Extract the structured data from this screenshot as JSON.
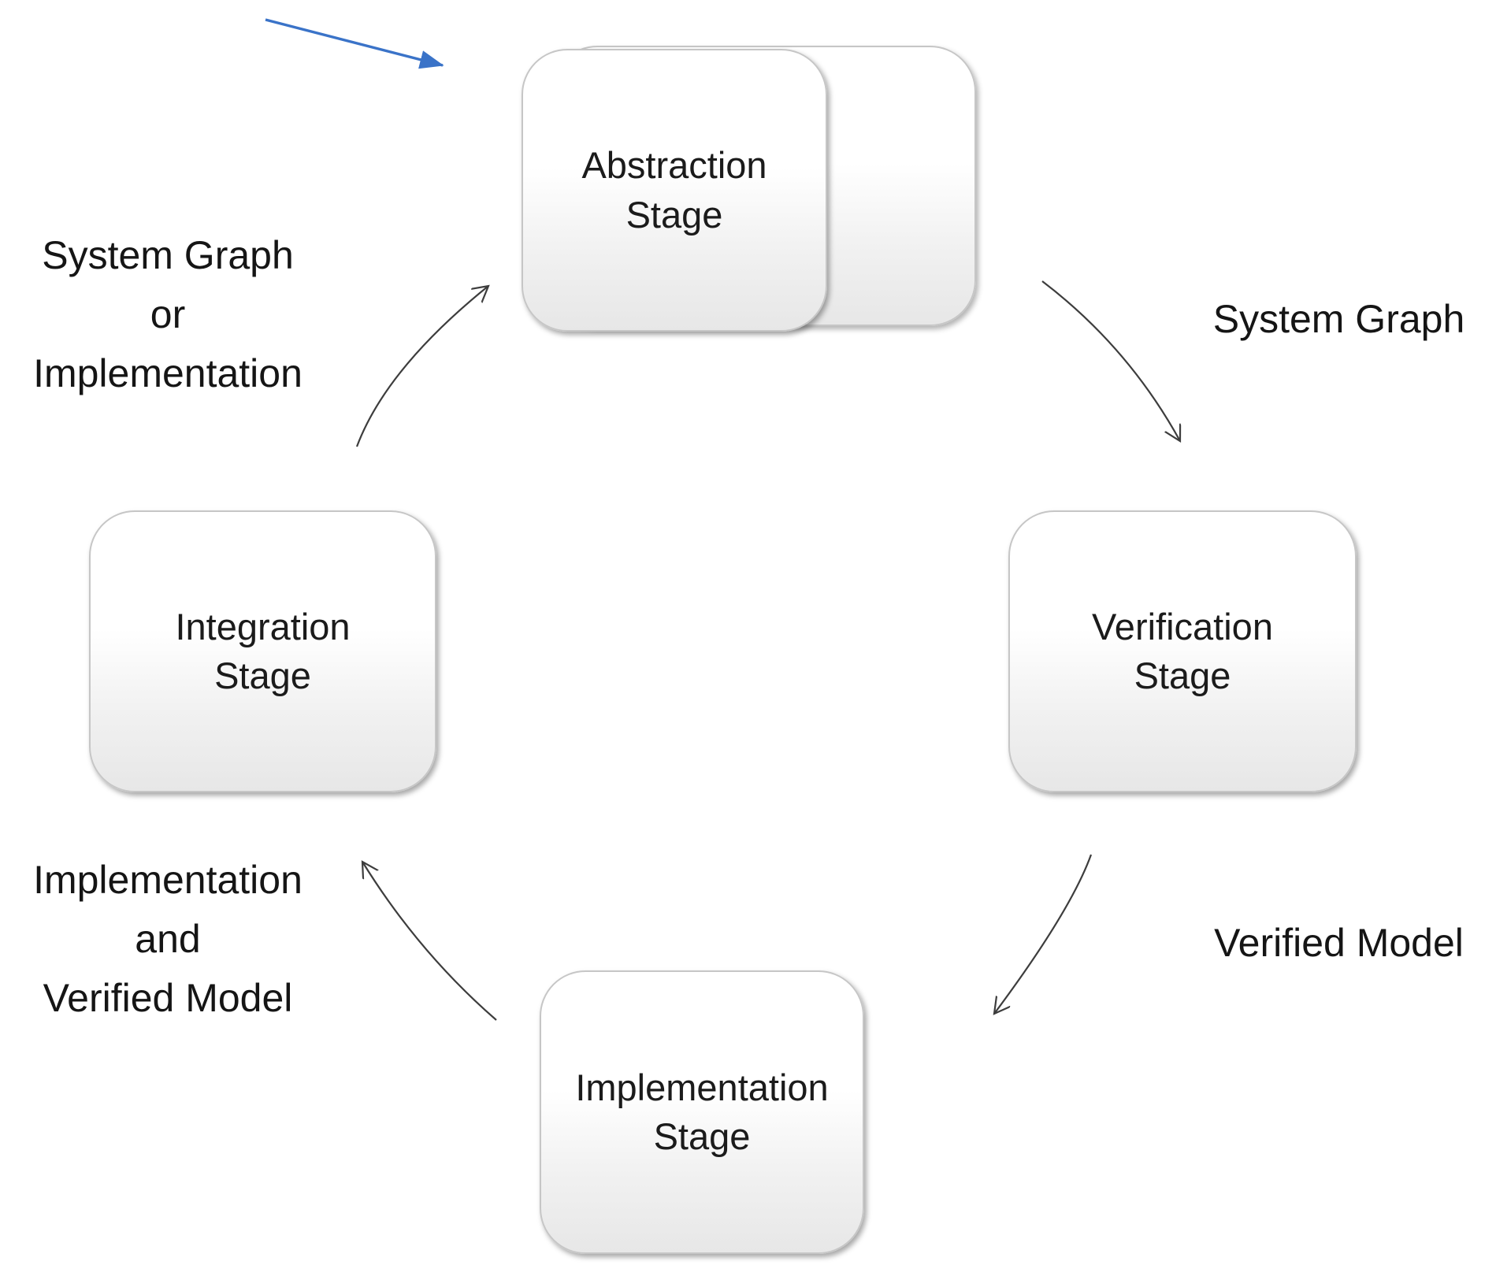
{
  "stages": {
    "abstraction": "Abstraction\nStage",
    "verification": "Verification\nStage",
    "implementation": "Implementation\nStage",
    "integration": "Integration\nStage"
  },
  "edge_labels": {
    "abstraction_to_verification": "System Graph",
    "verification_to_implementation": "Verified Model",
    "implementation_to_integration": "Implementation\nand\nVerified Model",
    "integration_to_abstraction": "System Graph\nor\nImplementation"
  },
  "colors": {
    "flow_arrow": "#3d3d3d",
    "highlight_arrow": "#3A73C8"
  }
}
